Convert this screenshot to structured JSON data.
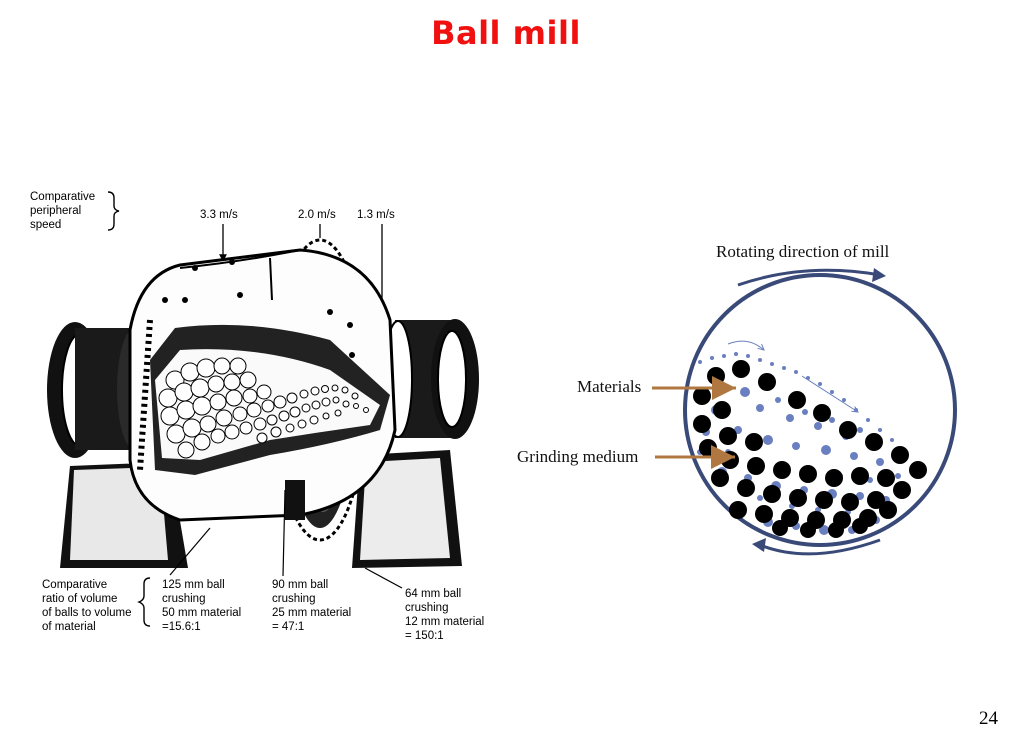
{
  "slide": {
    "title": "Ball mill",
    "page_number": "24"
  },
  "left_diagram": {
    "speed_label": [
      "Comparative",
      "peripheral",
      "speed"
    ],
    "speeds": [
      "3.3 m/s",
      "2.0 m/s",
      "1.3 m/s"
    ],
    "ratio_label": [
      "Comparative",
      "ratio of volume",
      "of balls to volume",
      "of material"
    ],
    "zones": [
      {
        "lines": [
          "125 mm ball",
          "crushing",
          "50 mm material",
          "=15.6:1"
        ]
      },
      {
        "lines": [
          "90 mm ball",
          "crushing",
          "25 mm material",
          "= 47:1"
        ]
      },
      {
        "lines": [
          "64 mm ball",
          "crushing",
          "12 mm material",
          "= 150:1"
        ]
      }
    ]
  },
  "right_diagram": {
    "rotation_label": "Rotating direction of mill",
    "materials_label": "Materials",
    "grinding_medium_label": "Grinding medium",
    "colors": {
      "shell": "#3a4a78",
      "material": "#6a7fc0",
      "arrow": "#b07840",
      "ball": "#000000"
    }
  }
}
